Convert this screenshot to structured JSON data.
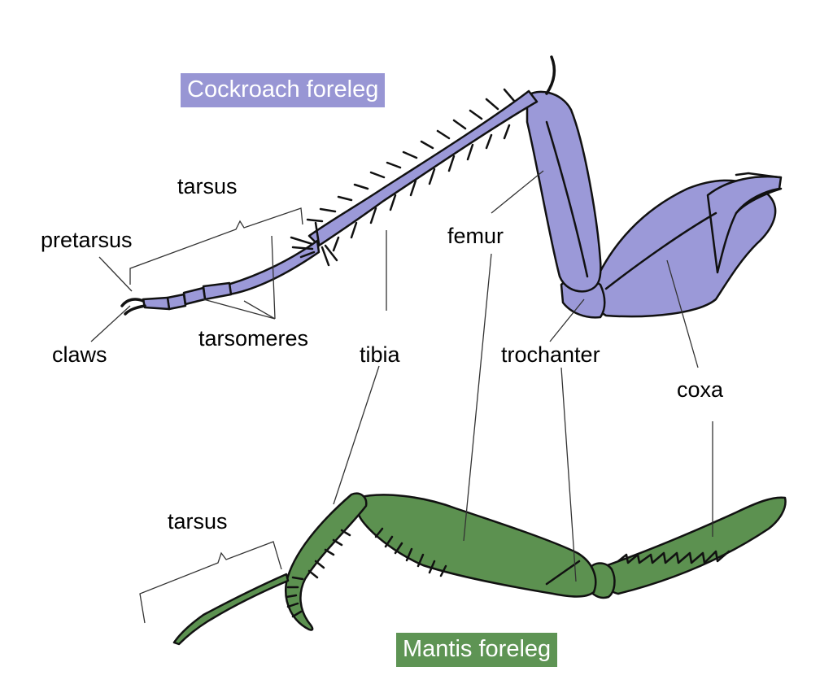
{
  "titles": {
    "cockroach": "Cockroach foreleg",
    "mantis": "Mantis foreleg"
  },
  "labels": {
    "tarsus_top": "tarsus",
    "pretarsus": "pretarsus",
    "claws": "claws",
    "tarsomeres": "tarsomeres",
    "tibia": "tibia",
    "femur": "femur",
    "trochanter": "trochanter",
    "coxa": "coxa",
    "tarsus_bottom": "tarsus"
  },
  "colors": {
    "cockroach_fill": "#9b99d8",
    "cockroach_title_bg": "#9896d4",
    "mantis_fill": "#5c9150",
    "mantis_title_bg": "#5e9454",
    "outline": "#111111",
    "leader": "#333333"
  }
}
